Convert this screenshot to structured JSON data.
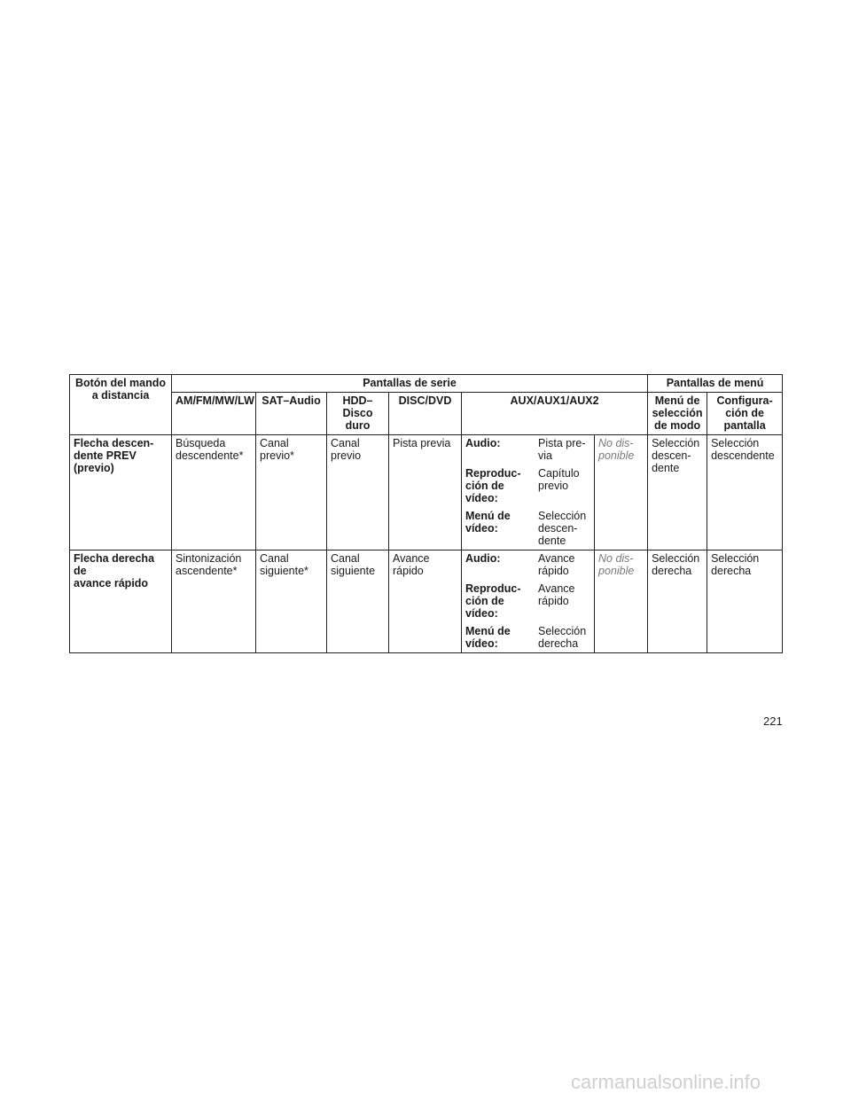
{
  "table": {
    "header": {
      "col0": "Botón del mando\n a distancia",
      "group_standard": "Pantallas de serie",
      "group_menu": "Pantallas de menú",
      "am": "AM/FM/MW/LW",
      "sat": "SAT–Audio",
      "hdd": "HDD–\nDisco duro",
      "disc": "DISC/DVD",
      "aux": "AUX/AUX1/AUX2",
      "mode": "Menú de\nselección\nde modo",
      "config": "Configura-\nción de\npantalla"
    },
    "rows": [
      {
        "button": "Flecha descen-\ndente PREV\n(previo)",
        "am": "Búsqueda\ndescendente*",
        "sat": "Canal\nprevio*",
        "hdd": "Canal\nprevio",
        "disc": "Pista previa",
        "sub": [
          {
            "k": "Audio:",
            "v": "Pista pre-\nvia"
          },
          {
            "k": "Reproduc-\nción de\nvídeo:",
            "v": "Capítulo\nprevio"
          },
          {
            "k": "Menú de\nvídeo:",
            "v": "Selección\ndescen-\ndente"
          }
        ],
        "aux": "No dis-\nponible",
        "mode": "Selección\ndescen-\ndente",
        "config": "Selección\ndescendente"
      },
      {
        "button": "Flecha derecha de\navance rápido",
        "am": "Sintonización\nascendente*",
        "sat": "Canal\nsiguiente*",
        "hdd": "Canal\nsiguiente",
        "disc": "Avance\nrápido",
        "sub": [
          {
            "k": "Audio:",
            "v": "Avance\nrápido"
          },
          {
            "k": "Reproduc-\nción de\nvídeo:",
            "v": "Avance\nrápido"
          },
          {
            "k": "Menú de\nvídeo:",
            "v": "Selección\nderecha"
          }
        ],
        "aux": "No dis-\nponible",
        "mode": "Selección\nderecha",
        "config": "Selección\nderecha"
      }
    ]
  },
  "page_number": "221",
  "watermark": "carmanualsonline.info"
}
